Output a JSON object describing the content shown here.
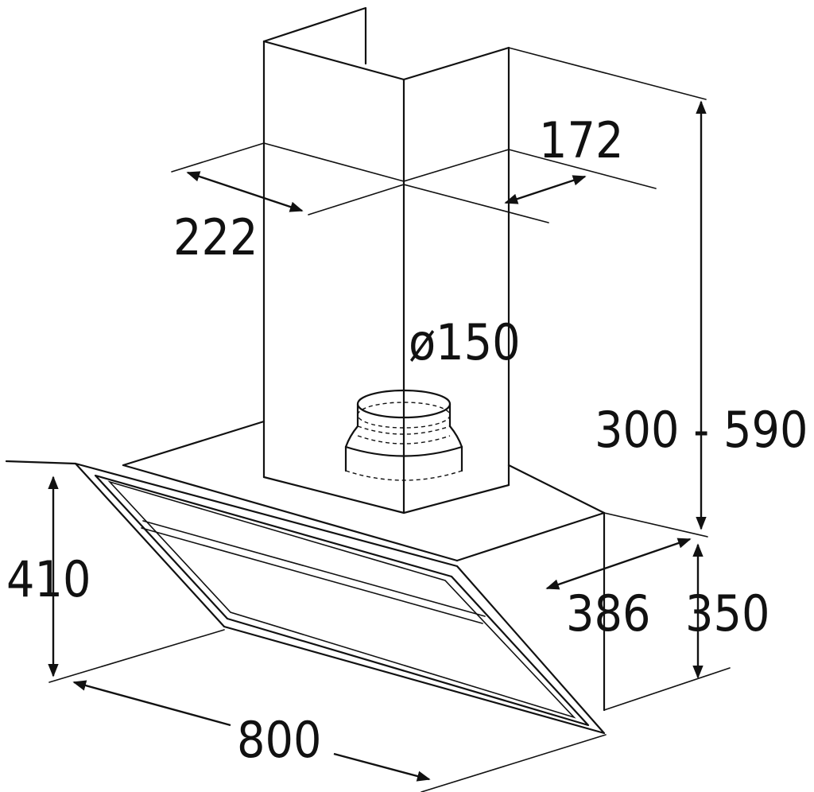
{
  "diagram": {
    "dimensions": {
      "chimney_depth": "222",
      "chimney_width": "172",
      "duct_diameter": "ø150",
      "chimney_height": "300 - 590",
      "hood_height": "410",
      "hood_depth": "386",
      "body_height": "350",
      "hood_width": "800"
    },
    "line_color": "#111111",
    "background_color": "#ffffff"
  }
}
